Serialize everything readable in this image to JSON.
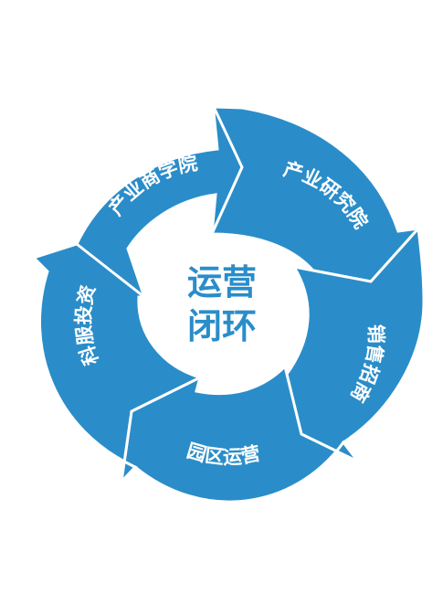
{
  "center": {
    "line1": "运营",
    "line2": "闭环"
  },
  "segments": [
    {
      "label": "产业商学院"
    },
    {
      "label": "产业研究院"
    },
    {
      "label": "销售招商"
    },
    {
      "label": "园区运营"
    },
    {
      "label": "科服投资"
    }
  ],
  "colors": {
    "accent": "#2a8dc9",
    "background": "#ffffff"
  }
}
